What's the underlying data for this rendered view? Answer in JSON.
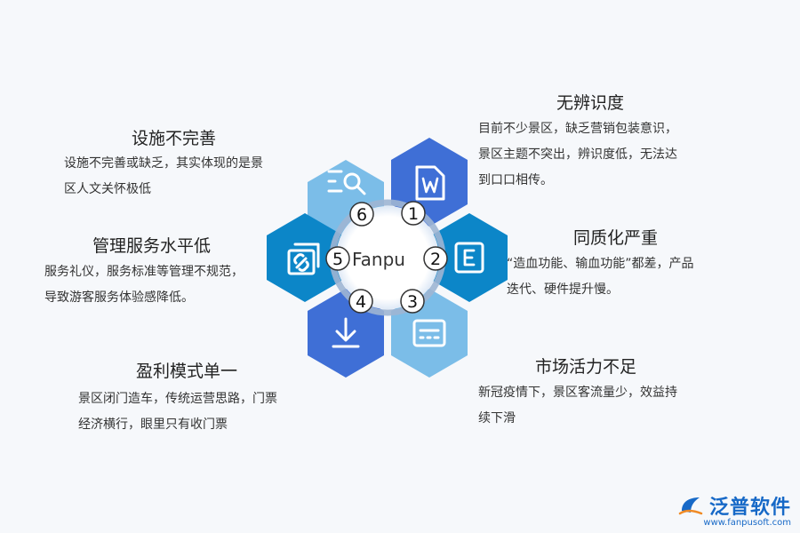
{
  "hub": {
    "label": "Fanpu"
  },
  "items": [
    {
      "number": "1",
      "icon": "document-w-icon",
      "color": "#3f6fd6",
      "title": "无辨识度",
      "desc": "目前不少景区，缺乏营销包装意识，\n景区主题不突出，辨识度低，无法达\n到口口相传。"
    },
    {
      "number": "2",
      "icon": "document-e-icon",
      "color": "#0c86c8",
      "title": "同质化严重",
      "desc": "“造血功能、输血功能”都差，产品\n迭代、硬件提升慢。"
    },
    {
      "number": "3",
      "icon": "card-list-icon",
      "color": "#7bbde8",
      "title": "市场活力不足",
      "desc": "新冠疫情下，景区客流量少，效益持\n续下滑"
    },
    {
      "number": "4",
      "icon": "download-icon",
      "color": "#3f6fd6",
      "title": "盈利模式单一",
      "desc": "景区闭门造车，传统运营思路，门票\n经济横行，眼里只有收门票"
    },
    {
      "number": "5",
      "icon": "link-copy-icon",
      "color": "#0c86c8",
      "title": "管理服务水平低",
      "desc": "服务礼仪，服务标准等管理不规范，\n导致游客服务体验感降低。"
    },
    {
      "number": "6",
      "icon": "search-list-icon",
      "color": "#7bbde8",
      "title": "设施不完善",
      "desc": "设施不完善或缺乏，其实体现的是景\n区人文关怀极低"
    }
  ],
  "brand": {
    "name": "泛普软件",
    "url": "www.fanpusoft.com"
  }
}
